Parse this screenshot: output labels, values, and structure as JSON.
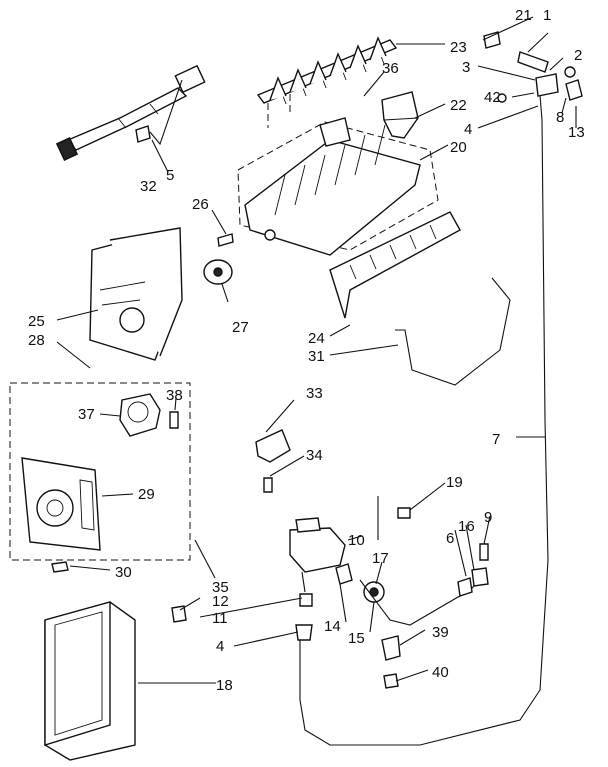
{
  "labels": {
    "l1": "1",
    "l2": "2",
    "l3": "3",
    "l4a": "4",
    "l4b": "4",
    "l5": "5",
    "l6": "6",
    "l7": "7",
    "l8": "8",
    "l9": "9",
    "l10": "10",
    "l11": "11",
    "l12": "12",
    "l13": "13",
    "l14": "14",
    "l15": "15",
    "l16": "16",
    "l17": "17",
    "l18": "18",
    "l19": "19",
    "l20": "20",
    "l21": "21",
    "l22": "22",
    "l23": "23",
    "l24": "24",
    "l25": "25",
    "l26": "26",
    "l27": "27",
    "l28": "28",
    "l29": "29",
    "l30": "30",
    "l31": "31",
    "l32": "32",
    "l33": "33",
    "l34": "34",
    "l35": "35",
    "l36": "36",
    "l37": "37",
    "l38": "38",
    "l39": "39",
    "l40": "40",
    "l42": "42"
  }
}
